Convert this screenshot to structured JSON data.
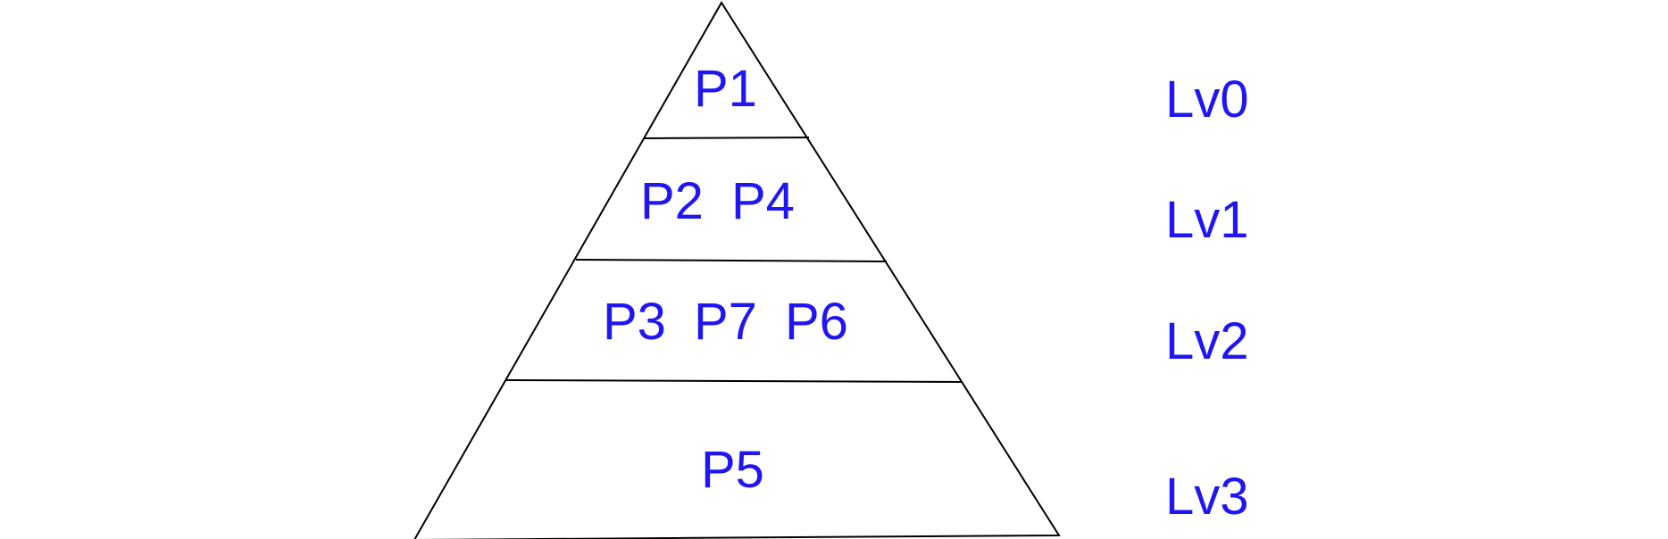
{
  "pyramid": {
    "levels": [
      {
        "items": [
          "P1"
        ],
        "level_label": "Lv0"
      },
      {
        "items": [
          "P2",
          "P4"
        ],
        "level_label": "Lv1"
      },
      {
        "items": [
          "P3",
          "P7",
          "P6"
        ],
        "level_label": "Lv2"
      },
      {
        "items": [
          "P5"
        ],
        "level_label": "Lv3"
      }
    ]
  },
  "colors": {
    "text": "#1f16f2",
    "lines": "#000000",
    "background": "#ffffff"
  }
}
